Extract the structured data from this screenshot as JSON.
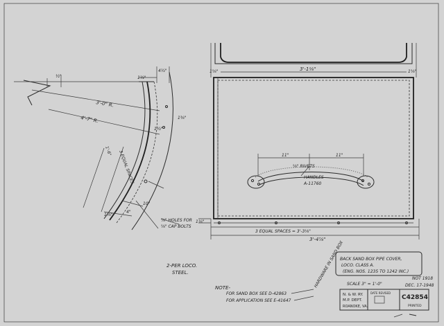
{
  "left_view": {
    "radius_outer": "3'-0\" R.",
    "radius_inner": "4'-7\" R.",
    "dim_top_half": "½\"",
    "dim_top_right": "4½\"",
    "dim_top_small": "1½\"",
    "dim_right_side": "1⅜\"",
    "dim_right_mid": "1½\"",
    "equal_spaces": "3 EQUAL SPACES",
    "dim_1_6": "1'-6\"",
    "dim_10": "10\"",
    "dim_4": "4\"",
    "dim_bottom": "1⅛\"",
    "holes_note_1": "⅞\" HOLES FOR",
    "holes_note_2": "⅝\" CAP BOLTS",
    "qty_note": "2-PER LOCO.",
    "material": "STEEL."
  },
  "right_view": {
    "width_top": "3'-1⅛\"",
    "dim_left": "1⅝\"",
    "dim_right": "1⅝\"",
    "dim_11_left": "11\"",
    "dim_11_right": "11\"",
    "rivets": "⅝\" RIVETS",
    "handles_1": "HANDLES",
    "handles_2": "A-11760",
    "bottom_spaces": "3 EQUAL SPACES = 3'-3⅛\"",
    "overall_width": "3'-4⅞\"",
    "side_dim": "1⅛\""
  },
  "note": {
    "heading": "NOTE-",
    "line1": "FOR SAND BOX SEE D-42863",
    "line2": "FOR APPLICATION SEE E-41647",
    "diagonal": "HARDWARE IN SAND BOX"
  },
  "title_block": {
    "title_1": "BACK SAND BOX PIPE COVER,",
    "title_2": "LOCO. CLASS A.",
    "title_3": "(ENG. NOS. 1235 TO 1242 INC.)",
    "scale": "SCALE 3\" = 1'-0\"",
    "stamp": "NOT 1918",
    "date": "DEC. 17-1948",
    "railway": "N. & W. RY.",
    "dept": "M.P. DEPT.",
    "location": "ROANOKE, VA.",
    "date_revised_label": "DATE REVISED",
    "drawing_number": "C42854",
    "printed": "PRINTED"
  }
}
